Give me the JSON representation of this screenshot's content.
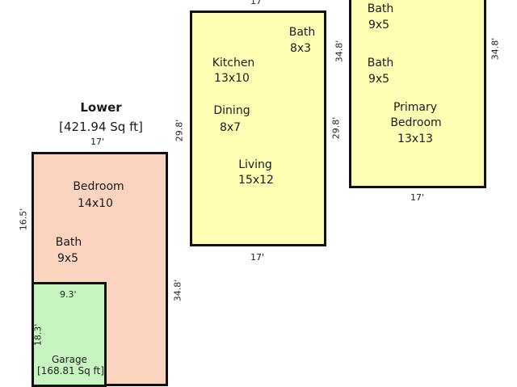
{
  "colors": {
    "yellow_fill": "#ffffb3",
    "peach_fill": "#fbd4c0",
    "green_fill": "#c6f5c0",
    "wall": "#111111"
  },
  "lower": {
    "title": "Lower",
    "area": "[421.94 Sq ft]",
    "width_top": "17'",
    "height_left": "16.5'",
    "height_right": "34.8'",
    "bedroom": {
      "name": "Bedroom",
      "size": "14x10"
    },
    "bath": {
      "name": "Bath",
      "size": "9x5"
    },
    "garage": {
      "width": "9.3'",
      "height": "18.3'",
      "name": "Garage",
      "area": "[168.81 Sq ft]"
    }
  },
  "main": {
    "width_top": "17'",
    "width_bottom": "17'",
    "height_left": "29.8'",
    "height_right_top": "34.8'",
    "height_right_bottom": "29.8'",
    "bath": {
      "name": "Bath",
      "size": "8x3"
    },
    "kitchen": {
      "name": "Kitchen",
      "size": "13x10"
    },
    "dining": {
      "name": "Dining",
      "size": "8x7"
    },
    "living": {
      "name": "Living",
      "size": "15x12"
    }
  },
  "upper": {
    "width_bottom": "17'",
    "height_right": "34.8'",
    "bath1": {
      "name": "Bath",
      "size": "9x5"
    },
    "bath2": {
      "name": "Bath",
      "size": "9x5"
    },
    "primary": {
      "name": "Primary",
      "name2": "Bedroom",
      "size": "13x13"
    }
  }
}
